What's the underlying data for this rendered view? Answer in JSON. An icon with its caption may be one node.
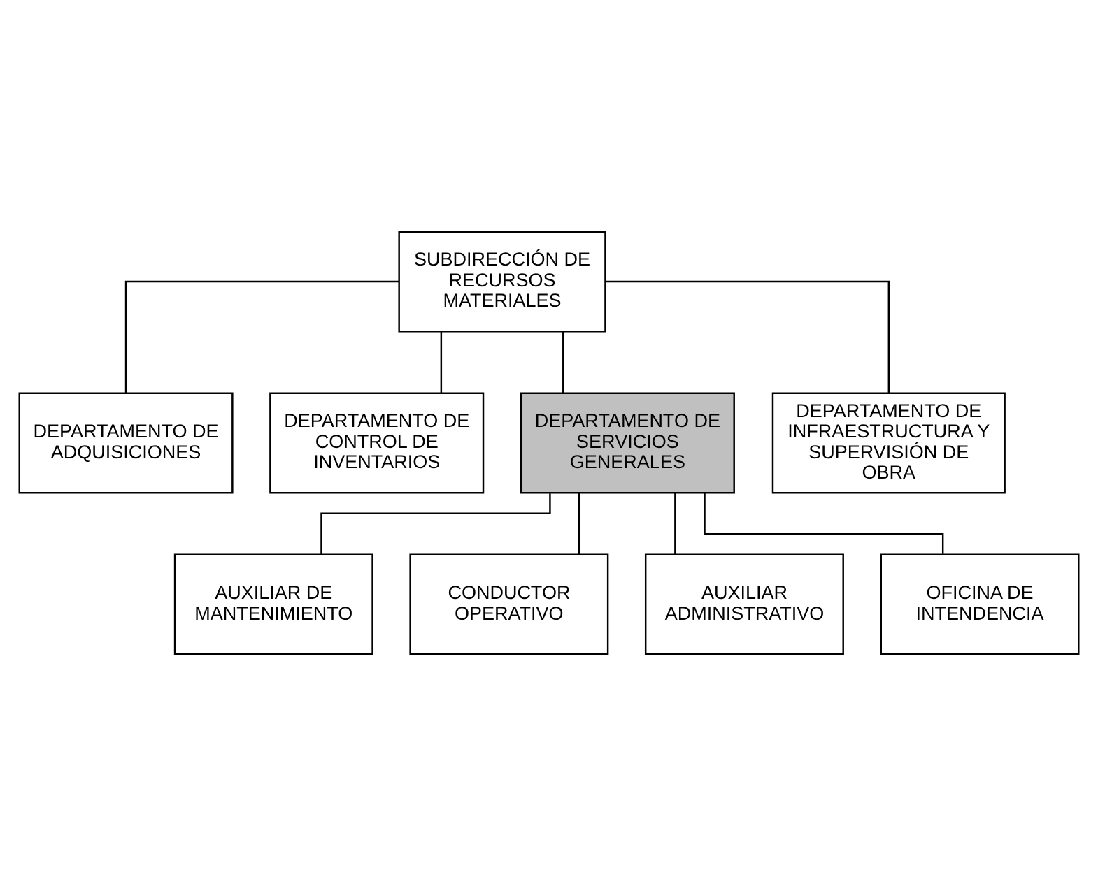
{
  "diagram": {
    "nodes": [
      {
        "text": [
          "SUBDIRECCIÓN DE RECURSOS MATERIALES"
        ]
      },
      {
        "text": [
          "DEPARTAMENTO DE ADQUISICIONES"
        ]
      },
      {
        "text": [
          "DEPARTAMENTO DE CONTROL DE INVENTARIOS"
        ]
      },
      {
        "text": [
          "DEPARTAMENTO DE SERVICIOS GENERALES"
        ]
      },
      {
        "text": [
          "DEPARTAMENTO DE INFRAESTRUCTURA Y SUPERVISIÓN DE OBRA"
        ]
      },
      {
        "text": [
          "AUXILIAR DE MANTENIMIENTO"
        ]
      },
      {
        "text": [
          "CONDUCTOR OPERATIVO"
        ]
      },
      {
        "text": [
          "AUXILIAR ADMINISTRATIVO"
        ]
      },
      {
        "text": [
          "OFICINA DE INTENDENCIA"
        ]
      }
    ],
    "edges": [
      {
        "from": 0,
        "to": 1,
        "arrow": "none"
      },
      {
        "from": 0,
        "to": 2,
        "arrow": "none"
      },
      {
        "from": 0,
        "to": 3,
        "arrow": "none"
      },
      {
        "from": 0,
        "to": 4,
        "arrow": "none"
      },
      {
        "from": 3,
        "to": 5,
        "arrow": "none"
      },
      {
        "from": 3,
        "to": 6,
        "arrow": "none"
      },
      {
        "from": 3,
        "to": 7,
        "arrow": "none"
      },
      {
        "from": 3,
        "to": 8,
        "arrow": "none"
      }
    ]
  }
}
